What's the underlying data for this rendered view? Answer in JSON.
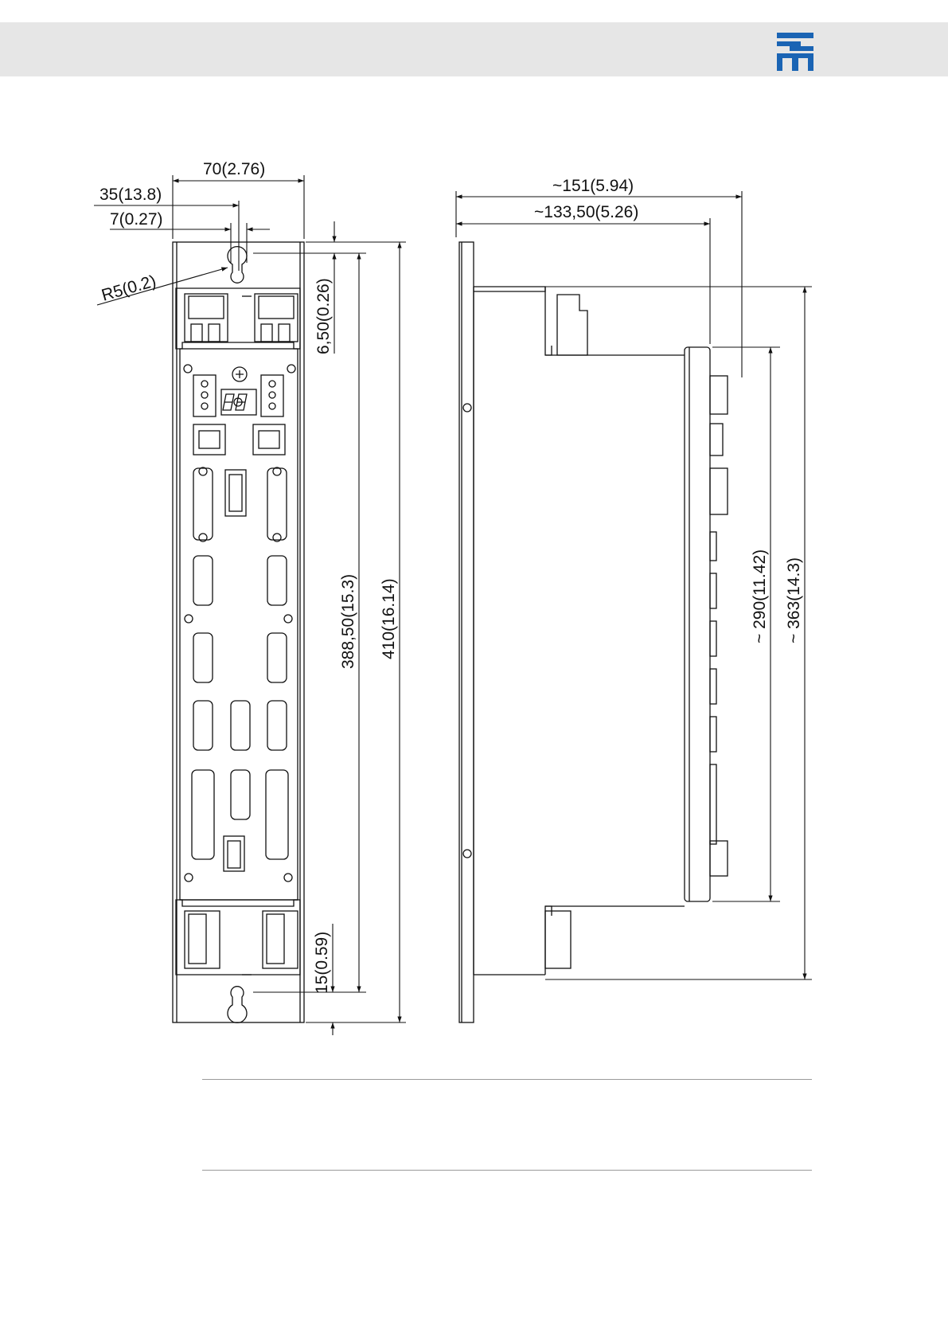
{
  "header": {
    "logo_icon": "company-logo-icon",
    "band_color": "#e6e6e6",
    "logo_color": "#1a64b4"
  },
  "diagram": {
    "front_view": {
      "width_label": "70(2.76)",
      "half_width_label": "35(13.8)",
      "slot_offset_label": "7(0.27)",
      "radius_label": "R5(0.2)",
      "top_offset_label": "6,50(0.26)",
      "hole_spacing_label": "388,50(15.3)",
      "height_label": "410(16.14)",
      "bottom_offset_label": "15(0.59)"
    },
    "side_view": {
      "depth_label": "~151(5.94)",
      "depth_body_label": "~133,50(5.26)",
      "front_height_label": "~ 290(11.42)",
      "body_height_label": "~ 363(14.3)"
    }
  }
}
